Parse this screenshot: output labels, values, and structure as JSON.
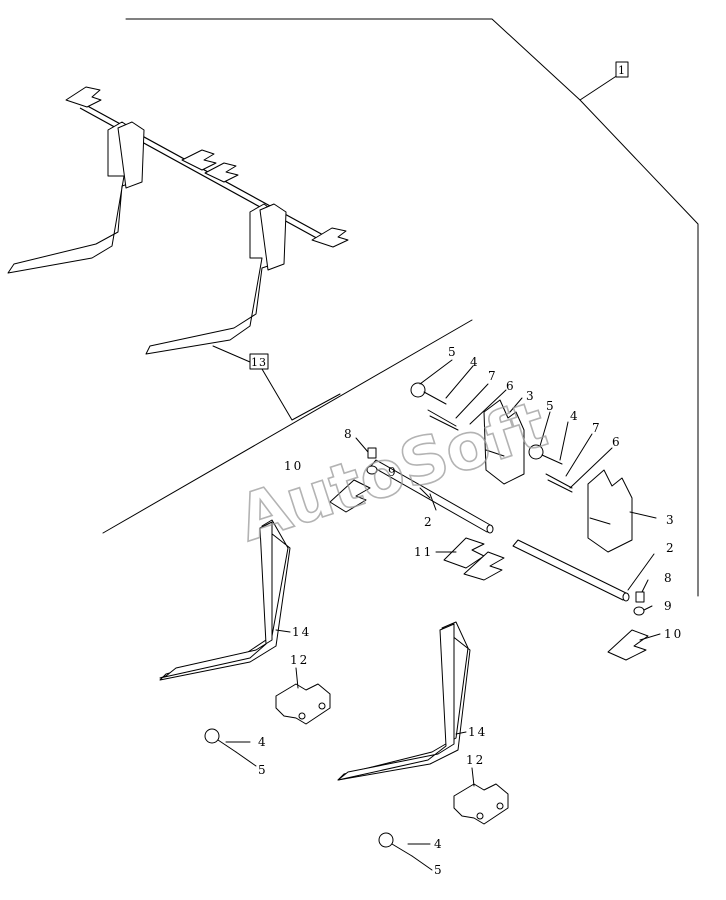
{
  "diagram": {
    "watermark": "AutoSoft",
    "assembly_refs": [
      "1",
      "13"
    ],
    "callouts": {
      "c2a": "2",
      "c2b": "2",
      "c3a": "3",
      "c3b": "3",
      "c4a": "4",
      "c4b": "4",
      "c4c": "4",
      "c4d": "4",
      "c5a": "5",
      "c5b": "5",
      "c5c": "5",
      "c5d": "5",
      "c6a": "6",
      "c6b": "6",
      "c7a": "7",
      "c7b": "7",
      "c8a": "8",
      "c8b": "8",
      "c9a": "9",
      "c9b": "9",
      "c10a": "10",
      "c10b": "10",
      "c11": "11",
      "c12a": "12",
      "c12b": "12",
      "c14a": "14",
      "c14b": "14"
    }
  }
}
